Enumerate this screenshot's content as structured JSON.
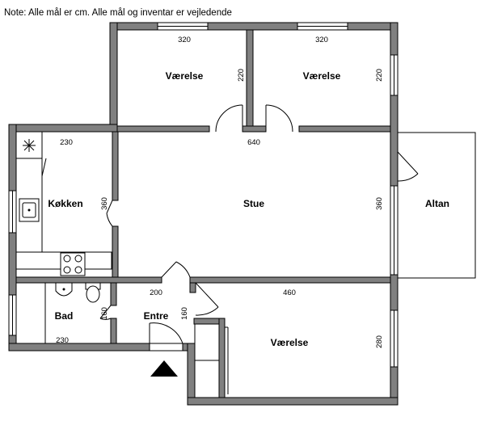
{
  "note": "Note: Alle mål er cm. Alle mål og inventar er vejledende",
  "rooms": [
    {
      "id": "vaerelse-1",
      "label": "Værelse"
    },
    {
      "id": "vaerelse-2",
      "label": "Værelse"
    },
    {
      "id": "koekken",
      "label": "Køkken"
    },
    {
      "id": "stue",
      "label": "Stue"
    },
    {
      "id": "altan",
      "label": "Altan"
    },
    {
      "id": "bad",
      "label": "Bad"
    },
    {
      "id": "entre",
      "label": "Entre"
    },
    {
      "id": "vaerelse-3",
      "label": "Værelse"
    }
  ],
  "dimensions": {
    "vaerelse1_width": "320",
    "vaerelse1_depth": "220",
    "vaerelse2_width": "320",
    "vaerelse2_depth": "220",
    "stue_width": "640",
    "stue_depth": "360",
    "koekken_width": "230",
    "koekken_depth": "360",
    "bad_width": "230",
    "bad_depth": "160",
    "entre_width": "200",
    "entre_depth": "160",
    "vaerelse3_width": "460",
    "vaerelse3_depth": "280"
  },
  "icons": {
    "entrance": "entrance-arrow-icon"
  }
}
